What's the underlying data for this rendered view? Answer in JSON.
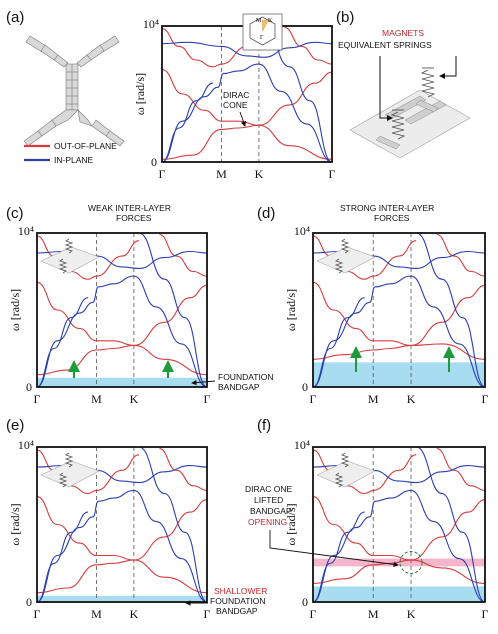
{
  "panels": {
    "a": {
      "label": "(a)"
    },
    "b": {
      "label": "(b)",
      "magnets": "MAGNETS",
      "springs": "EQUIVALENT SPRINGS"
    },
    "c": {
      "label": "(c)",
      "note_line1": "WEAK INTER-LAYER",
      "note_line2": "FORCES",
      "bandgap_line1": "FOUNDATION",
      "bandgap_line2": "BANDGAP"
    },
    "d": {
      "label": "(d)",
      "note_line1": "STRONG INTER-LAYER",
      "note_line2": "FORCES"
    },
    "e": {
      "label": "(e)",
      "shallower": "SHALLOWER",
      "bandgap_line1": "FOUNDATION",
      "bandgap_line2": "BANDGAP"
    },
    "f": {
      "label": "(f)",
      "dirac_line1": "DIRAC ONE",
      "dirac_line2": "LIFTED",
      "dirac_line3": "BANDGAP",
      "opening": "OPENING"
    }
  },
  "legend": {
    "out_of_plane": "OUT-OF-PLANE",
    "in_plane": "IN-PLANE"
  },
  "annotations": {
    "dirac_line1": "DIRAC",
    "dirac_line2": "CONE"
  },
  "inset_bz": {
    "M": "M",
    "K": "K",
    "Gamma": "Γ"
  },
  "colors": {
    "out_of_plane": "#d63c3c",
    "in_plane": "#2b3fb0",
    "bandgap": "#a8dcf0",
    "bandgap_pink": "#f2a3bf",
    "annotation_red": "#c0282d"
  },
  "chart_data": [
    {
      "panel": "a",
      "type": "line",
      "x_ticks": [
        "Γ",
        "M",
        "K",
        "Γ"
      ],
      "ylabel": "ω [rad/s]",
      "y_ticks": [
        "0",
        "10⁴"
      ],
      "ylim": [
        0,
        10000
      ],
      "bandgap": null,
      "pink_gap": null
    },
    {
      "panel": "c",
      "type": "line",
      "x_ticks": [
        "Γ",
        "M",
        "K",
        "Γ"
      ],
      "ylabel": "ω [rad/s]",
      "y_ticks": [
        "0",
        "10⁴"
      ],
      "ylim": [
        0,
        10000
      ],
      "bandgap": [
        0,
        600
      ],
      "pink_gap": null
    },
    {
      "panel": "d",
      "type": "line",
      "x_ticks": [
        "Γ",
        "M",
        "K",
        "Γ"
      ],
      "ylabel": "ω [rad/s]",
      "y_ticks": [
        "0",
        "10⁴"
      ],
      "ylim": [
        0,
        10000
      ],
      "bandgap": [
        0,
        1600
      ],
      "pink_gap": null
    },
    {
      "panel": "e",
      "type": "line",
      "x_ticks": [
        "Γ",
        "M",
        "K",
        "Γ"
      ],
      "ylabel": "ω [rad/s]",
      "y_ticks": [
        "0",
        "10⁴"
      ],
      "ylim": [
        0,
        10000
      ],
      "bandgap": [
        0,
        400
      ],
      "pink_gap": null
    },
    {
      "panel": "f",
      "type": "line",
      "x_ticks": [
        "Γ",
        "M",
        "K",
        "Γ"
      ],
      "ylabel": "ω [rad/s]",
      "y_ticks": [
        "0",
        "10⁴"
      ],
      "ylim": [
        0,
        10000
      ],
      "bandgap": [
        0,
        1000
      ],
      "pink_gap": [
        2300,
        2800
      ]
    }
  ]
}
